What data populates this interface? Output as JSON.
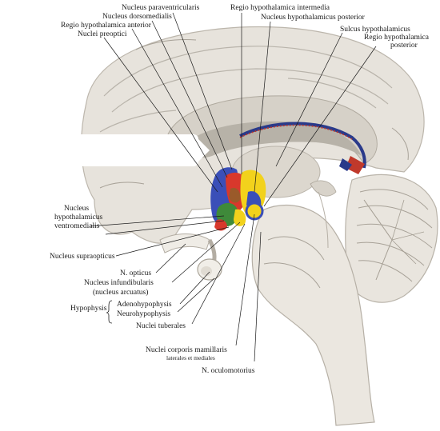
{
  "labels": {
    "nucleus_paraventricularis": "Nucleus paraventricularis",
    "nucleus_dorsomedialis": "Nucleus dorsomedialis",
    "regio_hypothalamica_anterior": "Regio hypothalamica anterior",
    "nuclei_preoptici": "Nuclei preoptici",
    "regio_hypothalamica_intermedia": "Regio hypothalamica intermedia",
    "nucleus_hypothalamicus_posterior": "Nucleus hypothalamicus posterior",
    "sulcus_hypothalamicus": "Sulcus hypothalamicus",
    "regio_hypothalamica_posterior_1": "Regio hypothalamica",
    "regio_hypothalamica_posterior_2": "posterior",
    "vmh_1": "Nucleus",
    "vmh_2": "hypothalamicus",
    "vmh_3": "ventromedialis",
    "nucleus_supraopticus": "Nucleus supraopticus",
    "n_opticus": "N. opticus",
    "nucleus_infundibularis_1": "Nucleus infundibularis",
    "nucleus_infundibularis_2": "(nucleus arcuatus)",
    "hypophysis": "Hypophysis",
    "adenohypophysis": "Adenohypophysis",
    "neurohypophysis": "Neurohypophysis",
    "nuclei_tuberales": "Nuclei tuberales",
    "nuclei_corporis_mamillaris_1": "Nuclei corporis mamillaris",
    "nuclei_corporis_mamillaris_2": "laterales et mediales",
    "n_oculomotorius": "N. oculomotorius"
  },
  "colors": {
    "nucleus_blue": "#3a4fb8",
    "nucleus_red": "#d8382c",
    "nucleus_yellow": "#f2d21c",
    "nucleus_green": "#3f8a3a",
    "nucleus_brown": "#9a5a2a",
    "brain_tissue": "#e7e3dc",
    "brain_shadow": "#cfcac1",
    "ventricle": "#b7b2a8"
  }
}
